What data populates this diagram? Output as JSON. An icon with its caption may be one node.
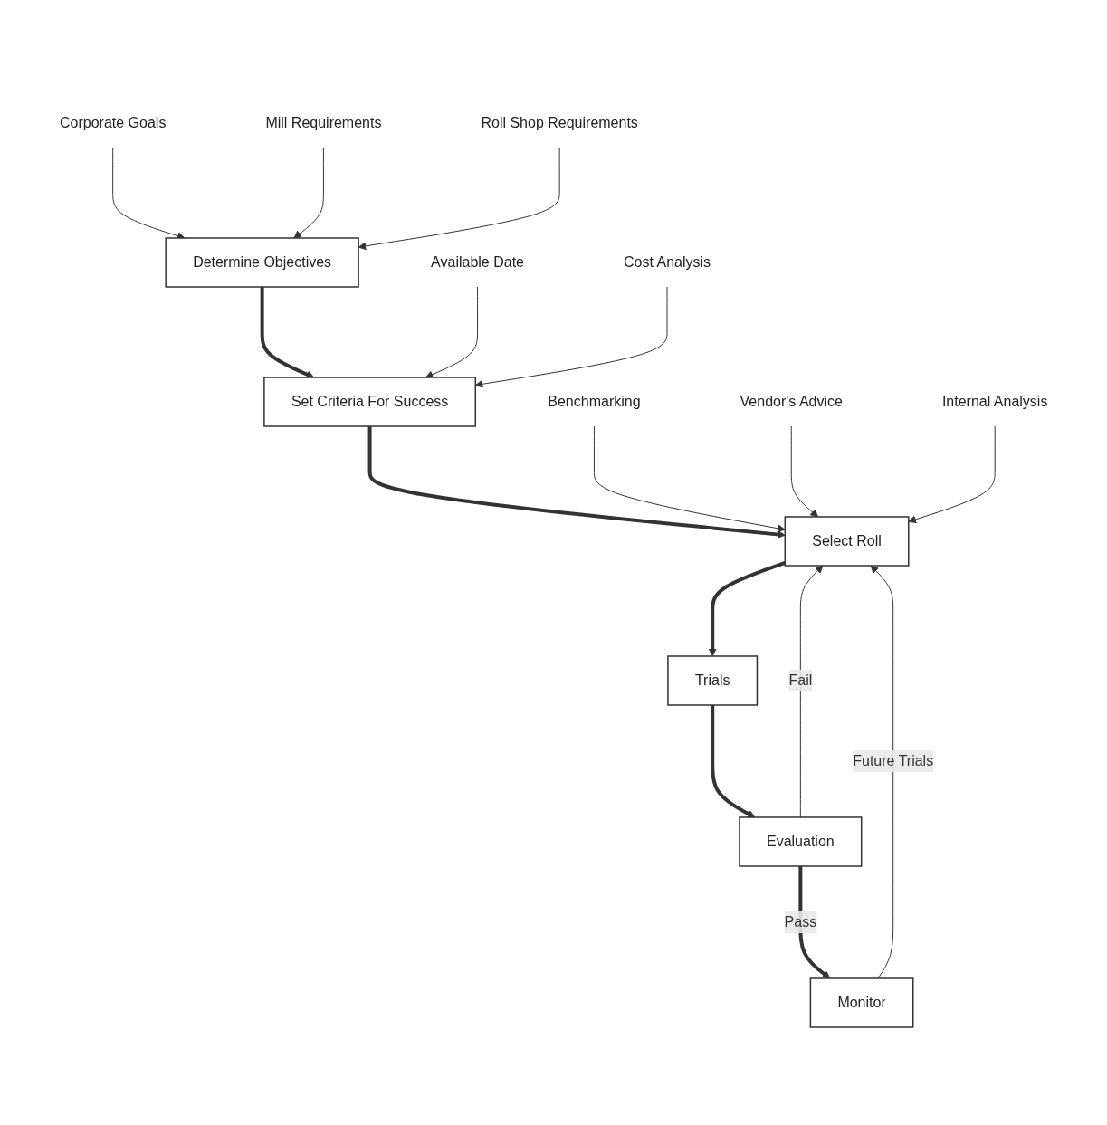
{
  "diagram": {
    "nodes": [
      {
        "text": [
          "Determine Objectives"
        ]
      },
      {
        "text": [
          "Set Criteria For Success"
        ]
      },
      {
        "text": [
          "Select Roll"
        ]
      },
      {
        "text": [
          "Trials"
        ]
      },
      {
        "text": [
          "Evaluation"
        ]
      },
      {
        "text": [
          "Monitor"
        ]
      },
      {
        "text": [
          "Corporate Goals"
        ]
      },
      {
        "text": [
          "Mill Requirements"
        ]
      },
      {
        "text": [
          "Roll Shop Requirements"
        ]
      },
      {
        "text": [
          "Available Date"
        ]
      },
      {
        "text": [
          "Cost Analysis"
        ]
      },
      {
        "text": [
          "Benchmarking"
        ]
      },
      {
        "text": [
          "Vendor's Advice"
        ]
      },
      {
        "text": [
          "Internal Analysis"
        ]
      }
    ],
    "edges": [
      {
        "from": 6,
        "to": 0,
        "arrow": "to"
      },
      {
        "from": 7,
        "to": 0,
        "arrow": "to"
      },
      {
        "from": 8,
        "to": 0,
        "arrow": "to"
      },
      {
        "from": 0,
        "to": 1,
        "arrow": "to",
        "style": "thick"
      },
      {
        "from": 9,
        "to": 1,
        "arrow": "to"
      },
      {
        "from": 10,
        "to": 1,
        "arrow": "to"
      },
      {
        "from": 1,
        "to": 2,
        "arrow": "to",
        "style": "thick"
      },
      {
        "from": 11,
        "to": 2,
        "arrow": "to"
      },
      {
        "from": 12,
        "to": 2,
        "arrow": "to"
      },
      {
        "from": 13,
        "to": 2,
        "arrow": "to"
      },
      {
        "from": 2,
        "to": 3,
        "arrow": "to",
        "style": "thick"
      },
      {
        "from": 3,
        "to": 4,
        "arrow": "to",
        "style": "thick"
      },
      {
        "from": 4,
        "to": 2,
        "arrow": "to",
        "label": "Fail"
      },
      {
        "from": 4,
        "to": 5,
        "arrow": "to",
        "style": "thick",
        "label": "Pass"
      },
      {
        "from": 5,
        "to": 2,
        "arrow": "to",
        "label": "Future Trials"
      }
    ]
  }
}
